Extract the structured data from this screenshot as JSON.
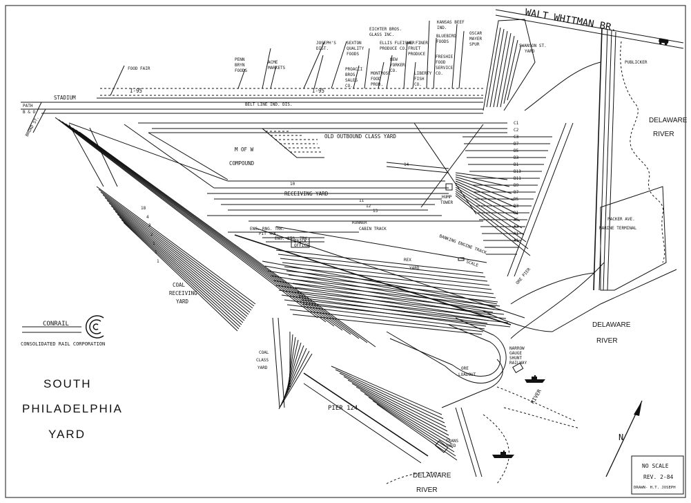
{
  "bridge": {
    "label": "WALT WHITMAN BR."
  },
  "highway": {
    "label_west": "I-95",
    "label_east": "I-95"
  },
  "belt_line": {
    "label": "BELT LINE IND. DIS."
  },
  "stadium": {
    "label": "STADIUM"
  },
  "west_tracks": {
    "label_a": "PATH",
    "label_b": "B & O",
    "label_c": "BROAD ST."
  },
  "industries": [
    {
      "id": "food-fair",
      "text": [
        "FOOD FAIR"
      ]
    },
    {
      "id": "penn-bryn",
      "text": [
        "PENN",
        "BRYN",
        "FOODS"
      ]
    },
    {
      "id": "acme",
      "text": [
        "ACME",
        "MARKETS"
      ]
    },
    {
      "id": "josephs",
      "text": [
        "JOSEPH'S",
        "DIST."
      ]
    },
    {
      "id": "sexton",
      "text": [
        "SEXTON",
        "QUALITY",
        "FOODS"
      ]
    },
    {
      "id": "procacci",
      "text": [
        "PROACCI",
        "BROS.",
        "SALES",
        "CO."
      ]
    },
    {
      "id": "eichter",
      "text": [
        "EICHTER BROS.",
        "GLASS INC."
      ]
    },
    {
      "id": "montrose",
      "text": [
        "MONTROSE",
        "FOOD",
        "PROD."
      ]
    },
    {
      "id": "ellis",
      "text": [
        "ELLIS FLEISHER",
        "PRODUCE CO."
      ]
    },
    {
      "id": "new-yorker",
      "text": [
        "NEW",
        "YORKER",
        "CO."
      ]
    },
    {
      "id": "al-finer",
      "text": [
        "AL FINER",
        "FRUIT",
        "PRODUCE"
      ]
    },
    {
      "id": "liberty",
      "text": [
        "LIBERTY",
        "FISH",
        "CO."
      ]
    },
    {
      "id": "kansas",
      "text": [
        "KANSAS BEEF",
        "IND."
      ]
    },
    {
      "id": "bluebird",
      "text": [
        "BLUEBIRD",
        "FOODS"
      ]
    },
    {
      "id": "freshie",
      "text": [
        "FRESHIE",
        "FOOD",
        "SERVICE",
        "CO."
      ]
    },
    {
      "id": "oscar-mayer",
      "text": [
        "OSCAR",
        "MAYER",
        "SPUR"
      ]
    }
  ],
  "areas": {
    "swanson": [
      "SWANSON ST.",
      "YARD"
    ],
    "publicker": "PUBLICKER",
    "old_outbound": "OLD OUTBOUND CLASS YARD",
    "mofw": "M OF W",
    "compound": "COMPOUND",
    "receiving": "RECEIVING YARD",
    "hump": [
      "HUMP",
      "TOWER"
    ],
    "runner": "RUNNER",
    "cabin": "CABIN TRACK",
    "engine_track": "BANKING ENGINE TRACK",
    "eng_rng": "ENG. RNG. TRK.",
    "pit_trk": "PIT TRK.",
    "eng_stg": "ENG. STG. TRK.",
    "brick_office": [
      "BRICK",
      "OFFICE"
    ],
    "rex": "REX",
    "yard": "YARD",
    "scale": "SCALE",
    "coal_receiving": [
      "COAL",
      "RECEIVING",
      "YARD"
    ],
    "coal_class": [
      "COAL",
      "CLASS",
      "YARD"
    ],
    "pier": "PIER 124",
    "ore_loadout": [
      "ORE",
      "LOADOUT"
    ],
    "narrow_gauge": [
      "NARROW",
      "GAUGE",
      "SHUNT",
      "RAILWAY"
    ],
    "packer": [
      "PACKER AVE.",
      "MARINE TERMINAL"
    ],
    "trans_shed": [
      "TRANS",
      "SHED"
    ],
    "ore_pier": "ORE PIER"
  },
  "river_labels": [
    [
      "DELAWARE",
      "RIVER"
    ],
    [
      "DELAWARE",
      "RIVER"
    ],
    [
      "DELAWARE",
      "RIVER"
    ]
  ],
  "track_numbers_east": [
    "C1",
    "C2",
    "C3",
    "B7",
    "B5",
    "B3",
    "B1",
    "B13",
    "B11",
    "B9",
    "B7",
    "B5",
    "B3",
    "B1",
    "A5",
    "A3",
    "A1",
    "A1"
  ],
  "track_numbers_coal": [
    "18",
    "4",
    "3",
    "2",
    "1",
    "1",
    "1"
  ],
  "track_numbers_recv": [
    "10",
    "11",
    "12",
    "13",
    "14"
  ],
  "conrail": {
    "logo_text": "CONRAIL",
    "full_name": "CONSOLIDATED RAIL CORPORATION"
  },
  "title": [
    "SOUTH",
    "PHILADELPHIA",
    "YARD"
  ],
  "north_arrow": "N",
  "legend": {
    "scale": "NO SCALE",
    "rev": "REV. 2-84",
    "drawn": "DRAWN- H.T. JOSEPH"
  },
  "misc_labels": {
    "river_mark": "RIVER"
  }
}
